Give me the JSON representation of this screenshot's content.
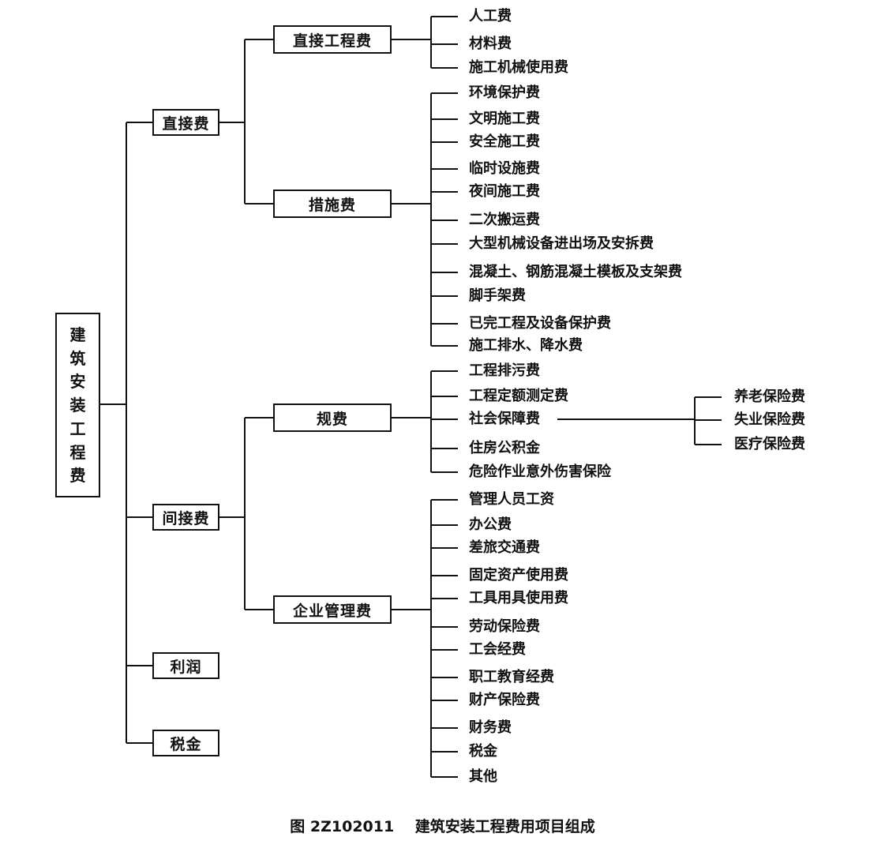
{
  "root": {
    "label": "建筑安装工程费",
    "chars": [
      "建",
      "筑",
      "安",
      "装",
      "工",
      "程",
      "费"
    ]
  },
  "level1": {
    "direct": "直接费",
    "indirect": "间接费",
    "profit": "利润",
    "tax": "税金"
  },
  "level2": {
    "direct_engineering": "直接工程费",
    "measures": "措施费",
    "fees": "规费",
    "management": "企业管理费"
  },
  "leaves": {
    "direct_engineering": [
      "人工费",
      "材料费",
      "施工机械使用费"
    ],
    "measures": [
      "环境保护费",
      "文明施工费",
      "安全施工费",
      "临时设施费",
      "夜间施工费",
      "二次搬运费",
      "大型机械设备进出场及安拆费",
      "混凝土、钢筋混凝土模板及支架费",
      "脚手架费",
      "已完工程及设备保护费",
      "施工排水、降水费"
    ],
    "fees": [
      "工程排污费",
      "工程定额测定费",
      "社会保障费",
      "住房公积金",
      "危险作业意外伤害保险"
    ],
    "social_security": [
      "养老保险费",
      "失业保险费",
      "医疗保险费"
    ],
    "management": [
      "管理人员工资",
      "办公费",
      "差旅交通费",
      "固定资产使用费",
      "工具用具使用费",
      "劳动保险费",
      "工会经费",
      "职工教育经费",
      "财产保险费",
      "财务费",
      "税金",
      "其他"
    ]
  },
  "caption": {
    "figure_no": "图 2Z102011",
    "title": "建筑安装工程费用项目组成"
  }
}
